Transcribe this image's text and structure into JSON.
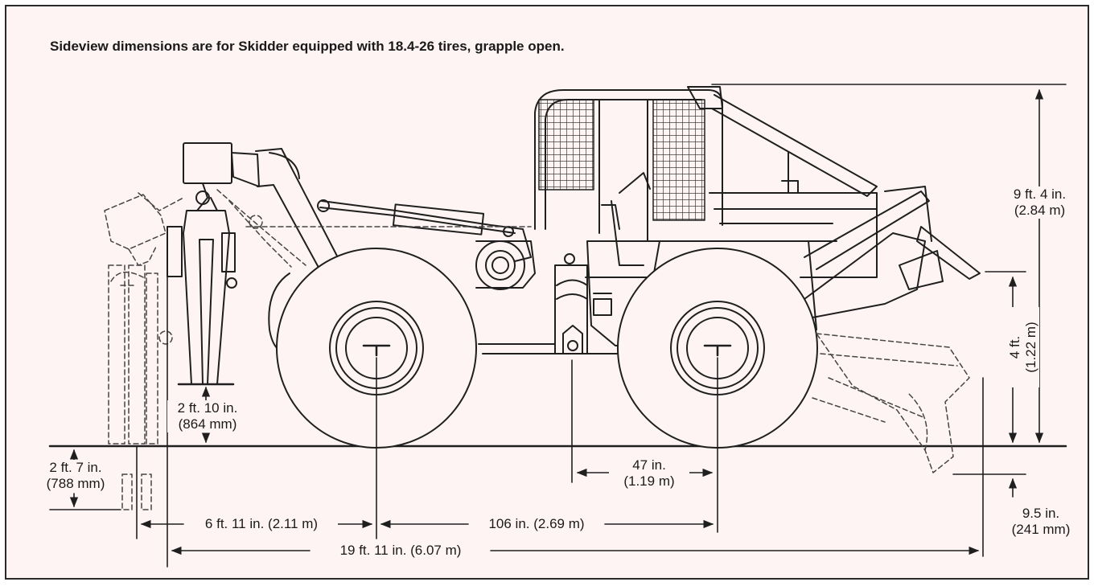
{
  "title": "Sideview dimensions are for Skidder equipped with 18.4-26 tires, grapple open.",
  "dimensions": {
    "overall_height": {
      "imperial": "9 ft. 4 in.",
      "metric": "(2.84 m)"
    },
    "blade_height": {
      "imperial": "4 ft.",
      "metric": "(1.22 m)"
    },
    "blade_depth": {
      "imperial": "9.5 in.",
      "metric": "(241 mm)"
    },
    "grapple_clearance": {
      "imperial": "2 ft. 10 in.",
      "metric": "(864 mm)"
    },
    "grapple_below_ground": {
      "imperial": "2 ft. 7 in.",
      "metric": "(788 mm)"
    },
    "hitch_to_front_axle": {
      "imperial": "47 in.",
      "metric": "(1.19 m)"
    },
    "grapple_to_rear_axle": {
      "label": "6 ft. 11 in. (2.11 m)"
    },
    "wheelbase": {
      "label": "106 in. (2.69 m)"
    },
    "overall_length": {
      "label": "19 ft. 11 in. (6.07 m)"
    }
  },
  "colors": {
    "background": "#fff4f4",
    "line": "#1f1f1f",
    "dashed": "#444444"
  }
}
